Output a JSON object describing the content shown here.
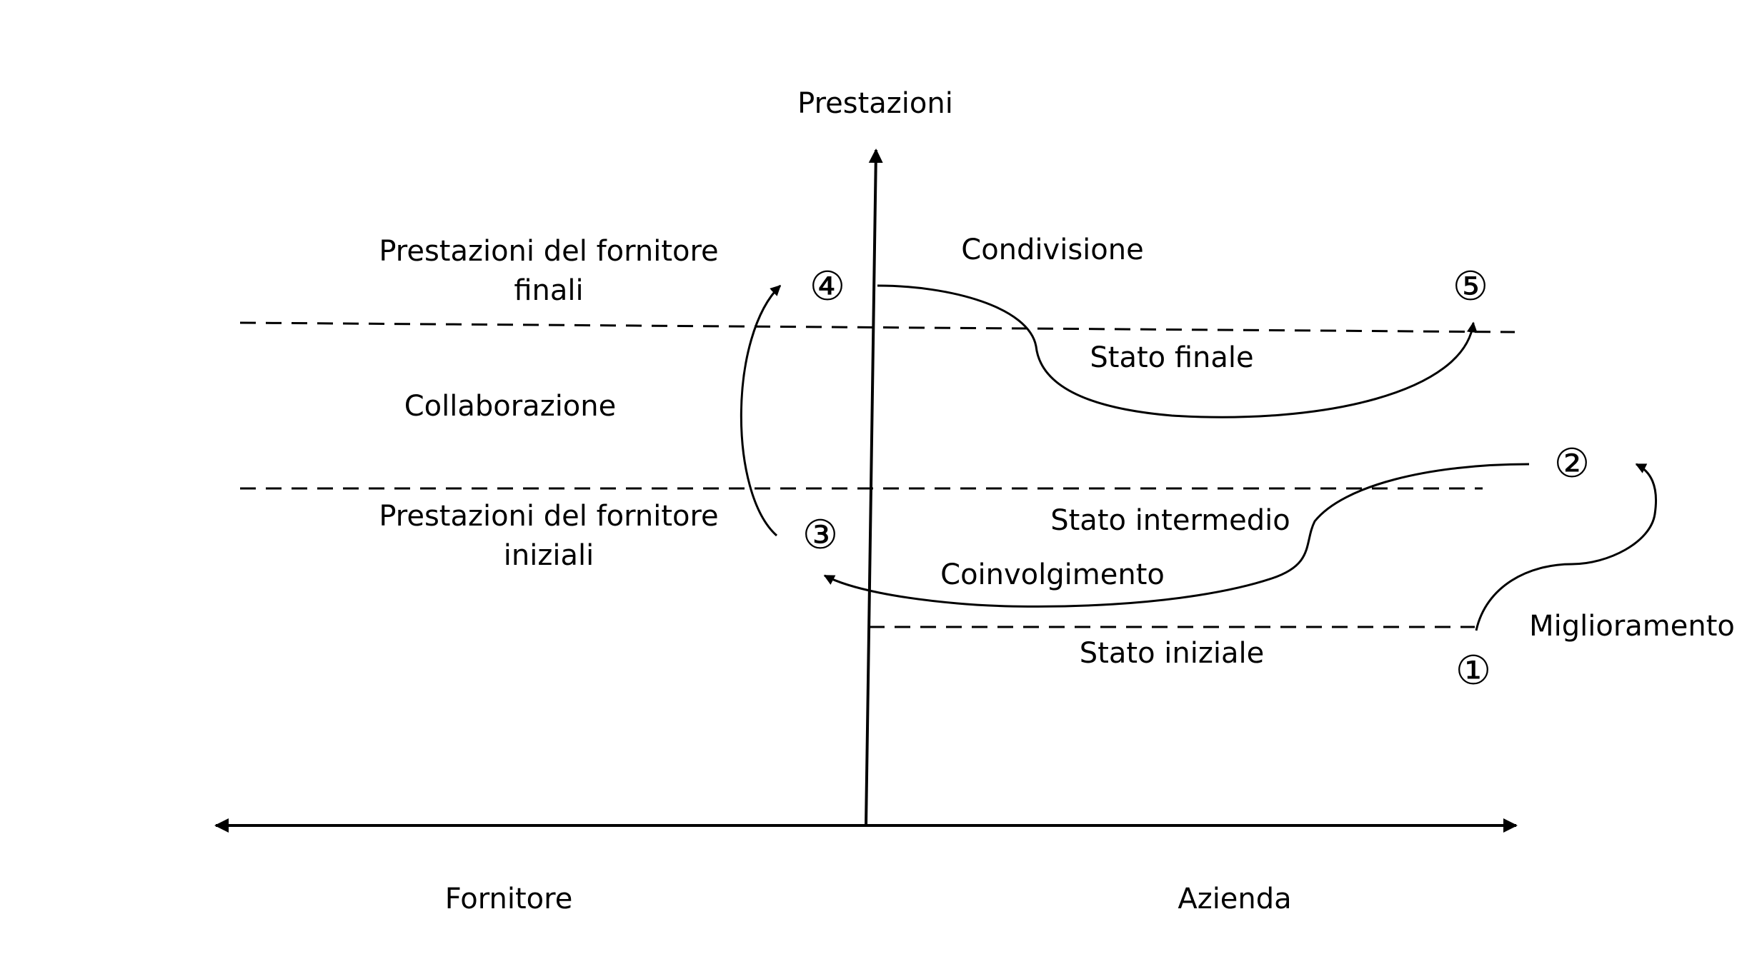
{
  "axes": {
    "vertical_label": "Prestazioni",
    "left_label": "Fornitore",
    "right_label": "Azienda"
  },
  "levels": {
    "final_supplier_performance": [
      "Prestazioni del fornitore",
      "finali"
    ],
    "initial_supplier_performance": [
      "Prestazioni del fornitore",
      "iniziali"
    ],
    "collaboration": "Collaborazione"
  },
  "states": {
    "final": "Stato finale",
    "intermediate": "Stato intermedio",
    "initial": "Stato iniziale"
  },
  "phases": {
    "sharing": "Condivisione",
    "involvement": "Coinvolgimento",
    "improvement": "Miglioramento"
  },
  "steps": {
    "s1": "①",
    "s2": "②",
    "s3": "③",
    "s4": "④",
    "s5": "⑤"
  },
  "colors": {
    "line": "#000000",
    "background": "#ffffff"
  }
}
